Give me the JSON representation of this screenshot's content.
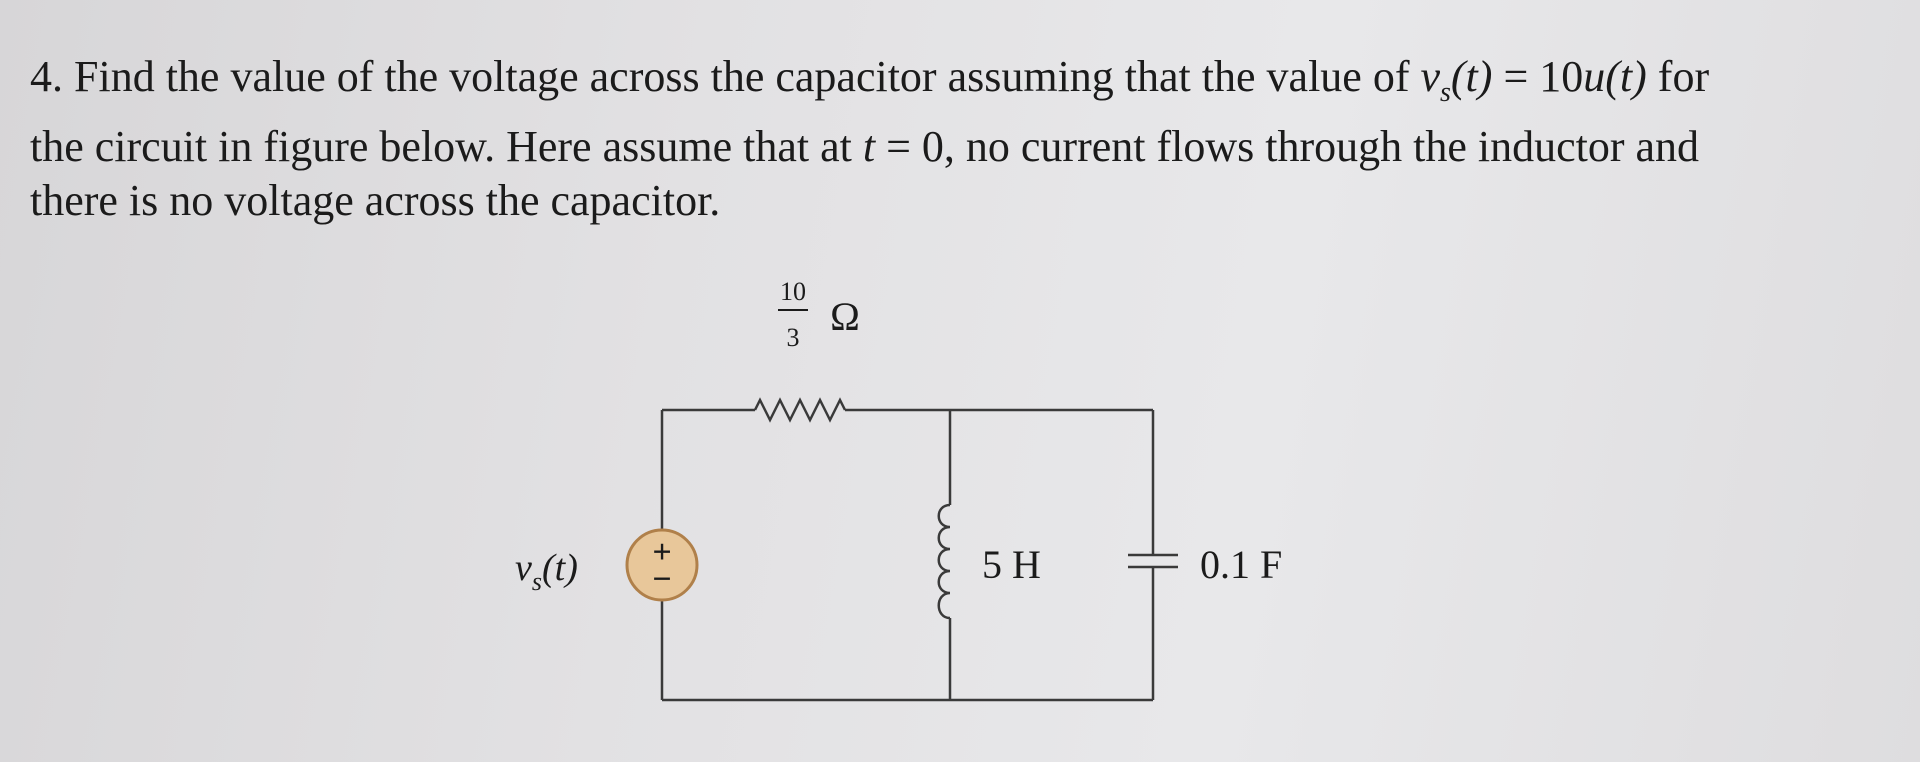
{
  "problem": {
    "number": "4.",
    "line1_a": "Find the value of the voltage across the capacitor assuming that the value of ",
    "line1_var": "v",
    "line1_sub": "s",
    "line1_func": "(t)",
    "line1_eq": " = 10",
    "line1_u": "u(t)",
    "line1_end": " for",
    "line2_a": "the circuit in figure below. Here assume that at ",
    "line2_t": "t",
    "line2_b": " = 0, no current flows through the inductor and",
    "line3": "there is no voltage across the capacitor."
  },
  "circuit": {
    "resistor_num": "10",
    "resistor_den": "3",
    "resistor_unit": "Ω",
    "source_var": "v",
    "source_sub": "s",
    "source_arg": "(t)",
    "source_plus": "+",
    "source_minus": "−",
    "inductor_label": "5 H",
    "capacitor_label": "0.1 F"
  }
}
